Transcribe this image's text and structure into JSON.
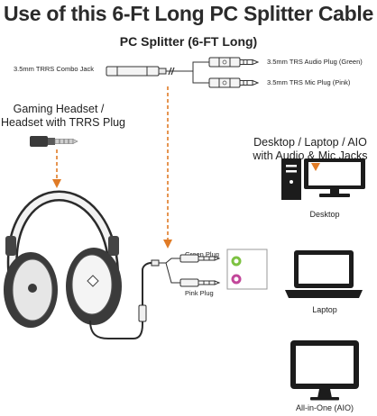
{
  "title": "Use of this 6-Ft Long PC Splitter Cable",
  "splitter": {
    "title": "PC Splitter (6-FT Long)",
    "combo_jack_label": "3.5mm TRRS Combo Jack",
    "audio_plug_label": "3.5mm TRS Audio Plug (Green)",
    "mic_plug_label": "3.5mm TRS Mic Plug (Pink)"
  },
  "headset": {
    "label_line1": "Gaming Headset /",
    "label_line2": "Headset with TRRS Plug"
  },
  "pc_panel": {
    "line1": "Desktop / Laptop / AIO",
    "line2": "with Audio & Mic Jacks",
    "audio_jack": "audio",
    "mic_jack": "mic"
  },
  "plugs": {
    "green": "Green Plug",
    "pink": "Pink Plug"
  },
  "devices": {
    "desktop": "Desktop",
    "laptop": "Laptop",
    "aio": "All-in-One (AIO)"
  },
  "colors": {
    "arrow": "#e07b26",
    "audio_jack": "#7dc242",
    "mic_jack": "#c2479a",
    "device": "#1c1c1c",
    "text": "#222222"
  }
}
